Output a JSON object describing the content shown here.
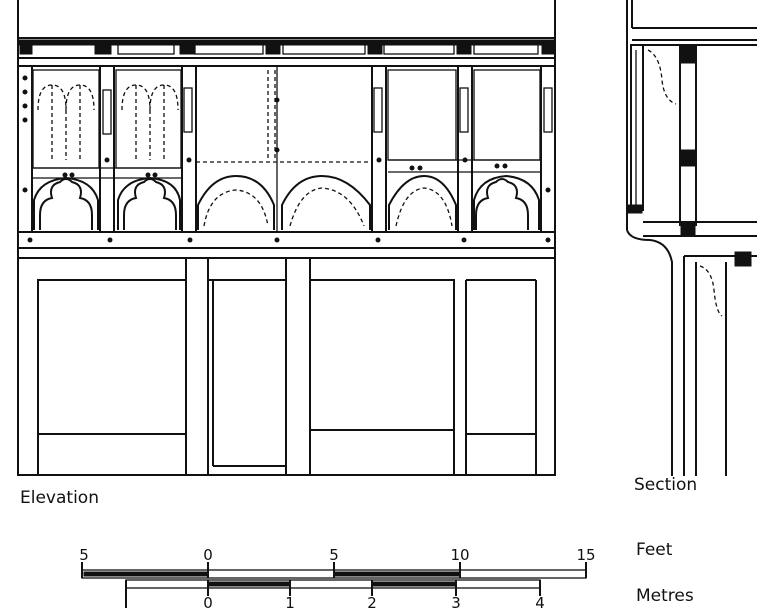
{
  "labels": {
    "elevation": "Elevation",
    "section": "Section"
  },
  "scale_feet": {
    "unit": "Feet",
    "ticks": [
      "5",
      "0",
      "5",
      "10",
      "15"
    ]
  },
  "scale_metres": {
    "unit": "Metres",
    "ticks": [
      "0",
      "1",
      "2",
      "3",
      "4"
    ]
  },
  "colors": {
    "ink": "#111111",
    "paper": "#ffffff"
  }
}
